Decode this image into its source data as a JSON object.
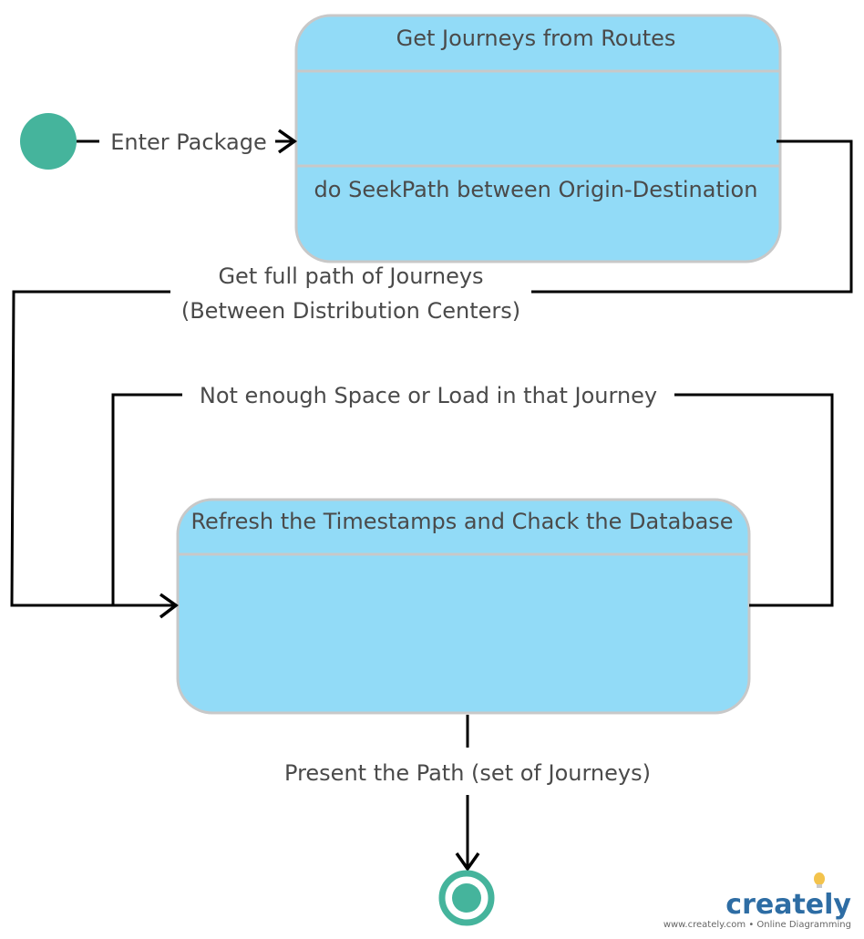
{
  "diagram": {
    "colors": {
      "state_fill": "#92dbf7",
      "state_border": "#c8c8c8",
      "pseudo_state": "#45b49c",
      "connector": "#000000",
      "text": "#4a4a4a"
    },
    "states": {
      "get_journeys": {
        "title": "Get Journeys from Routes",
        "activity": "do SeekPath between Origin-Destination"
      },
      "refresh": {
        "title": "Refresh the Timestamps and Chack the Database"
      }
    },
    "transitions": {
      "enter_package": "Enter Package",
      "full_path_line1": "Get full path of Journeys",
      "full_path_line2": "(Between Distribution Centers)",
      "not_enough": "Not enough Space or Load in that Journey",
      "present_path": "Present the Path (set of Journeys)"
    }
  },
  "watermark": {
    "brand": "creately",
    "tagline": "www.creately.com • Online Diagramming",
    "brand_color": "#2e6da4",
    "bulb_color": "#f3c34c"
  }
}
